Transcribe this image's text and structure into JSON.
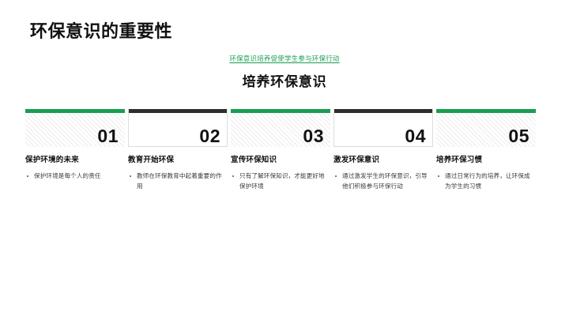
{
  "slide": {
    "title": "环保意识的重要性",
    "heading": {
      "link_text": "环保意识培养促使学生参与环保行动",
      "main_text": "培养环保意识"
    },
    "accent_green": "#1a9e52",
    "accent_dark": "#2e2e2e",
    "columns": [
      {
        "number": "01",
        "style": "hatched",
        "title": "保护环境的未来",
        "bullets": [
          "保护环境是每个人的责任"
        ]
      },
      {
        "number": "02",
        "style": "plain",
        "title": "教育开始环保",
        "bullets": [
          "教师在环保教育中起着重要的作用"
        ]
      },
      {
        "number": "03",
        "style": "hatched",
        "title": "宣传环保知识",
        "bullets": [
          "只有了解环保知识，才能更好地保护环境"
        ]
      },
      {
        "number": "04",
        "style": "plain",
        "title": "激发环保意识",
        "bullets": [
          "通过激发学生的环保意识，引导他们积极参与环保行动"
        ]
      },
      {
        "number": "05",
        "style": "hatched",
        "title": "培养环保习惯",
        "bullets": [
          "通过日常行为的培养，让环保成为学生的习惯"
        ]
      }
    ]
  }
}
